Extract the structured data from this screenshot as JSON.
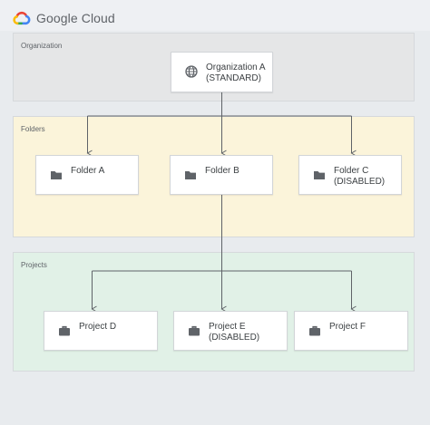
{
  "brand": {
    "name": "Google Cloud",
    "colors": {
      "blue": "#4285F4",
      "red": "#EA4335",
      "yellow": "#FBBC05",
      "green": "#34A853"
    }
  },
  "sections": {
    "organization": {
      "label": "Organization",
      "color": "#e5e6e7"
    },
    "folders": {
      "label": "Folders",
      "color": "#fbf4da"
    },
    "projects": {
      "label": "Projects",
      "color": "#e1f1e7"
    }
  },
  "nodes": {
    "org": {
      "line1": "Organization A",
      "line2": "(STANDARD)",
      "icon": "globe-icon"
    },
    "folder_a": {
      "line1": "Folder A",
      "line2": "",
      "icon": "folder-icon"
    },
    "folder_b": {
      "line1": "Folder B",
      "line2": "",
      "icon": "folder-icon"
    },
    "folder_c": {
      "line1": "Folder C",
      "line2": "(DISABLED)",
      "icon": "folder-icon"
    },
    "project_d": {
      "line1": "Project D",
      "line2": "",
      "icon": "briefcase-icon"
    },
    "project_e": {
      "line1": "Project E",
      "line2": "(DISABLED)",
      "icon": "briefcase-icon"
    },
    "project_f": {
      "line1": "Project F",
      "line2": "",
      "icon": "briefcase-icon"
    }
  },
  "edges": [
    [
      "org",
      "folder_a"
    ],
    [
      "org",
      "folder_b"
    ],
    [
      "org",
      "folder_c"
    ],
    [
      "folder_b",
      "project_d"
    ],
    [
      "folder_b",
      "project_e"
    ],
    [
      "folder_b",
      "project_f"
    ]
  ]
}
